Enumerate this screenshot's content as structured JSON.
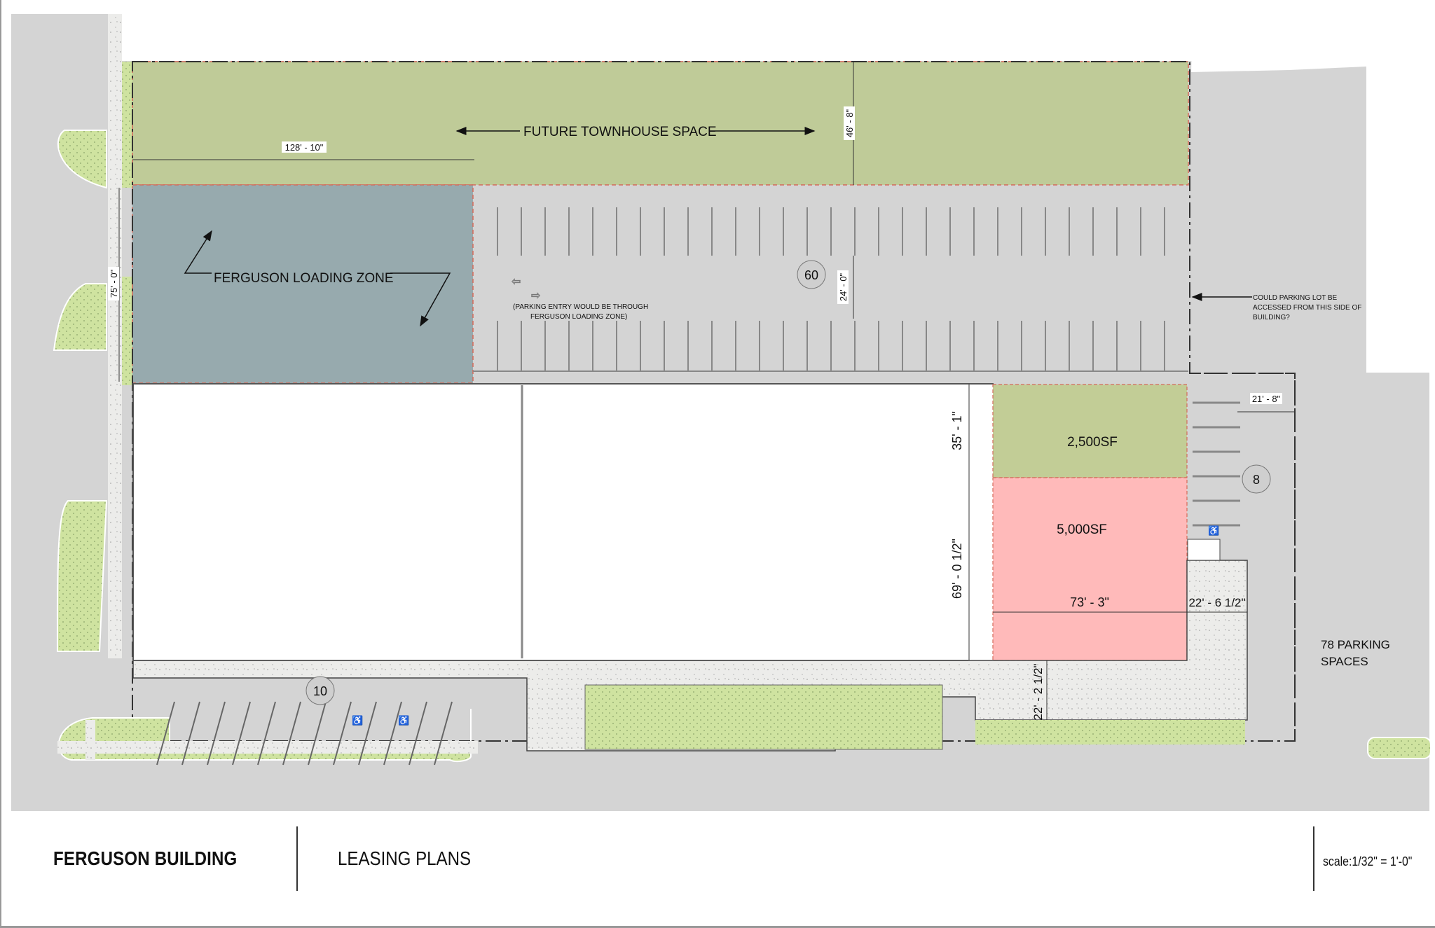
{
  "sheet": {
    "project_name": "FERGUSON BUILDING",
    "sheet_title": "LEASING PLANS",
    "scale": "scale:1/32\" = 1'-0\""
  },
  "colors": {
    "townhouse_green": "#bfcb98",
    "loading_zone_blue": "#97aaae",
    "asphalt_gray": "#d4d4d4",
    "sidewalk": "#ececea",
    "landscape_green": "#cfe3a0",
    "unit_2500_green": "#c2cd96",
    "unit_5000_pink": "#ffbaba",
    "building_white": "#ffffff",
    "property_line_red": "#d46a5a"
  },
  "labels": {
    "townhouse": "FUTURE TOWNHOUSE SPACE",
    "loading_zone": "FERGUSON LOADING ZONE",
    "parking_entry_note_line1": "(PARKING ENTRY WOULD BE THROUGH",
    "parking_entry_note_line2": "FERGUSON LOADING ZONE)",
    "access_question_line1": "COULD PARKING LOT BE",
    "access_question_line2": "ACCESSED FROM THIS SIDE OF",
    "access_question_line3": "BUILDING?",
    "parking_total_line1": "78 PARKING",
    "parking_total_line2": "SPACES",
    "unit_small": "2,500SF",
    "unit_large": "5,000SF"
  },
  "parking_counts": {
    "north_lot": "60",
    "east_lot": "8",
    "south_lot": "10"
  },
  "dimensions": {
    "townhouse_width": "128' - 10\"",
    "townhouse_depth": "46' - 8\"",
    "west_setback": "75' - 0\"",
    "aisle_width": "24' - 0\"",
    "unit_small_depth": "35' - 1\"",
    "unit_large_depth": "69' - 0 1/2\"",
    "unit_width": "73' - 3\"",
    "east_plaza_width": "22' - 6 1/2\"",
    "south_plaza_depth": "22' - 2 1/2\"",
    "east_lot_width": "21' - 8\""
  }
}
